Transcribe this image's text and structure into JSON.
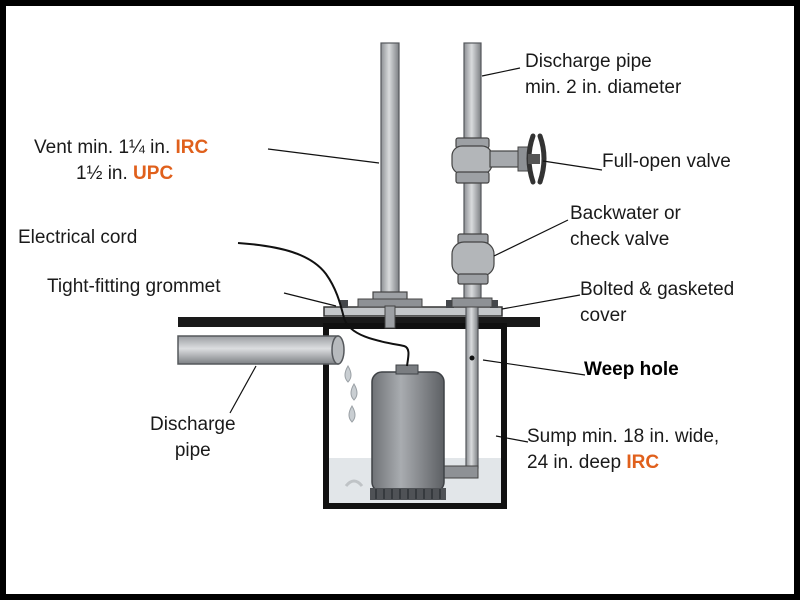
{
  "colors": {
    "pipe_fill": "#b9bcbf",
    "pipe_stroke": "#55585c",
    "line": "#111111",
    "leader": "#e0601c",
    "code_text": "#e0601c",
    "water": "#dfe3e6"
  },
  "labels": {
    "discharge_pipe_top": {
      "line1": "Discharge pipe",
      "line2": "min. 2 in. diameter"
    },
    "vent": {
      "line1_prefix": "Vent min. 1¼ in. ",
      "line1_code": "IRC",
      "line2_prefix": "1½ in. ",
      "line2_code": "UPC"
    },
    "full_open_valve": "Full-open valve",
    "backwater_valve": {
      "line1": "Backwater or",
      "line2": "check valve"
    },
    "electrical_cord": "Electrical cord",
    "grommet": "Tight-fitting grommet",
    "cover": {
      "line1": "Bolted & gasketed",
      "line2": "cover"
    },
    "weep_hole": "Weep hole",
    "discharge_pipe_side": {
      "line1": "Discharge",
      "line2": "pipe"
    },
    "sump": {
      "line1": "Sump min. 18 in. wide,",
      "line2_prefix": "24 in. deep ",
      "line2_code": "IRC"
    }
  }
}
